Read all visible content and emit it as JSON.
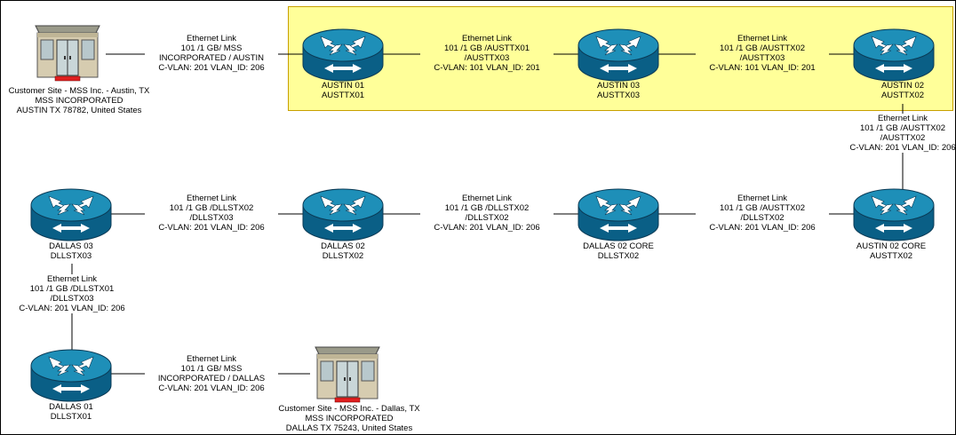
{
  "routers": {
    "austin01": {
      "name": "AUSTIN 01",
      "code": "AUSTTX01"
    },
    "austin03": {
      "name": "AUSTIN 03",
      "code": "AUSTTX03"
    },
    "austin02": {
      "name": "AUSTIN 02",
      "code": "AUSTTX02"
    },
    "austin02core": {
      "name": "AUSTIN 02 CORE",
      "code": "AUSTTX02"
    },
    "dallas02core": {
      "name": "DALLAS 02 CORE",
      "code": "DLLSTX02"
    },
    "dallas02": {
      "name": "DALLAS 02",
      "code": "DLLSTX02"
    },
    "dallas03": {
      "name": "DALLAS 03",
      "code": "DLLSTX03"
    },
    "dallas01": {
      "name": "DALLAS 01",
      "code": "DLLSTX01"
    }
  },
  "links": {
    "site_austin01": {
      "l1": "Ethernet Link",
      "l2": "101  /1 GB/ MSS",
      "l3": "INCORPORATED / AUSTIN",
      "l4": "C-VLAN: 201 VLAN_ID: 206"
    },
    "austin01_austin03": {
      "l1": "Ethernet Link",
      "l2": "101  /1 GB  /AUSTTX01",
      "l3": "/AUSTTX03",
      "l4": "C-VLAN: 101 VLAN_ID: 201"
    },
    "austin03_austin02": {
      "l1": "Ethernet Link",
      "l2": "101  /1 GB  /AUSTTX02",
      "l3": "/AUSTTX03",
      "l4": "C-VLAN: 101 VLAN_ID: 201"
    },
    "austin02_core": {
      "l1": "Ethernet Link",
      "l2": "101  /1 GB  /AUSTTX02",
      "l3": "/AUSTTX02",
      "l4": "C-VLAN: 201 VLAN_ID: 206"
    },
    "dallas03_dallas02": {
      "l1": "Ethernet Link",
      "l2": "101  /1 GB  /DLLSTX02",
      "l3": "/DLLSTX03",
      "l4": "C-VLAN: 201 VLAN_ID: 206"
    },
    "dallas02_dallas02core": {
      "l1": "Ethernet Link",
      "l2": "101  /1 GB  /DLLSTX02",
      "l3": "/DLLSTX02",
      "l4": "C-VLAN: 201 VLAN_ID: 206"
    },
    "dallas02core_austin02core": {
      "l1": "Ethernet Link",
      "l2": "101  /1 GB  /AUSTTX02",
      "l3": "/DLLSTX02",
      "l4": "C-VLAN: 201 VLAN_ID: 206"
    },
    "dallas03_dallas01": {
      "l1": "Ethernet Link",
      "l2": "101  /1 GB  /DLLSTX01",
      "l3": "/DLLSTX03",
      "l4": "C-VLAN: 201 VLAN_ID: 206"
    },
    "dallas01_site": {
      "l1": "Ethernet Link",
      "l2": "101  /1 GB/ MSS",
      "l3": "INCORPORATED / DALLAS",
      "l4": "C-VLAN: 201 VLAN_ID: 206"
    }
  },
  "sites": {
    "austin": {
      "l1": "Customer Site - MSS Inc. - Austin, TX",
      "l2": "MSS INCORPORATED",
      "l3": "AUSTIN TX 78782, United States"
    },
    "dallas": {
      "l1": "Customer Site - MSS Inc. - Dallas, TX",
      "l2": "MSS INCORPORATED",
      "l3": "DALLAS TX 75243, United States"
    }
  },
  "colors": {
    "router_top": "#1e8fb8",
    "router_side": "#0a5f86",
    "highlight": "#ffff99",
    "building": "#d6ccb0"
  }
}
